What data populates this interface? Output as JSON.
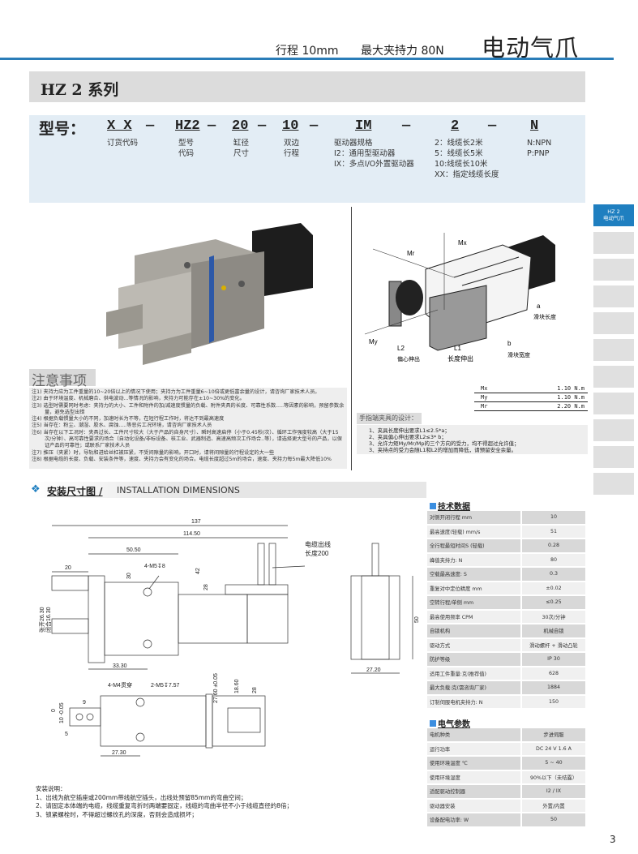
{
  "header": {
    "stroke": "行程 10mm",
    "force": "最大夹持力 80N",
    "title": "电动气爪"
  },
  "series": "HZ 2  系列",
  "model": {
    "prefix": "型号：",
    "codes": [
      "X X",
      "—",
      "HZ2",
      "—",
      "20",
      "—",
      "10",
      "—",
      "IM",
      "—",
      "2",
      "—",
      "N"
    ],
    "labels": [
      "订货代码",
      "型号\n代码",
      "缸径\n尺寸",
      "双边\n行程",
      "驱动器规格\nI2：通用型驱动器\nIX：多点I/O外置驱动器",
      "2：线缆长2米\n5：线缆长5米\n10:线缆长10米\nXX：指定线缆长度",
      "N:NPN\nP:PNP"
    ]
  },
  "notes": {
    "title": "注意事项",
    "items": [
      "注1) 夹持力应为工件重量的10~20倍以上的情况下使用；夹持力为工件重量6~10倍或更低富余量的设计，请咨询厂家技术人员。",
      "注2) 由于环境温度、机械磨合、供电波动...等情况的影响，夹持力可能存在±10~30%的变化。",
      "注3) 选型时需要同时考虑：夹持力的大小、工件和附件的加/减速度惯量的负载、附件夹具的长度、可靠性系数.....等因素的影响，预留参数余量，避免选型出错",
      "注4) 根据负载惯量大小的不同，加速时长为不等，在短行程工作时，将达不到最高速度",
      "注5) 当存在：粉尘、潮湿、胶水、腐蚀.....等恶劣工况环境，请咨询厂家技术人员",
      "注6) 当存在以下工况时：夹具过长、工件尺寸较大（大于产品的自身尺寸）、瞬时高速启停（小于0.45秒/次）、循环工作强度较高（大于15次/分钟）、高可靠性要求的场合（自动化设备/非标设备、核工业、武器制造、高速高频次工作场合..等），请选择更大型号的产品，以保证产品的可靠性；或联系厂家技术人员",
      "注7) 推压（夹紧）时，导轨和进给丝杠被压紧，不受间隙量的影响。开口时，请将间隙量的行程设定的大一些",
      "注8) 根据电缆的长度、负载、安装条件等，速度、夹持力会有变化的场合。电缆长度超过5m的场合，速度、夹持力每5m最大降低10%"
    ]
  },
  "diagram_labels": {
    "mx": "Mx",
    "mr": "Mr",
    "my": "My",
    "l1": "L1",
    "l1_desc": "长度伸出",
    "l2": "L2",
    "l2_desc": "偏心伸出",
    "a": "a",
    "a_desc": "滑块长度",
    "b": "b",
    "b_desc": "滑块宽度"
  },
  "moments": [
    {
      "name": "Mx",
      "value": "1.10 N.m"
    },
    {
      "name": "My",
      "value": "1.10 N.m"
    },
    {
      "name": "Mr",
      "value": "2.20 N.m"
    }
  ],
  "jaw_design": {
    "title": "手指端夹具的设计：",
    "items": [
      "1、夹具长度伸出要求L1≤2.5*a；",
      "2、夹具偏心伸出要求L2≤3* b；",
      "3、允许力矩My/Mr/Mp的三个方向的受力，均不得超过允许值；",
      "3、夹持点的受力会随L1和L2的增加而降低，请预留安全余量。"
    ]
  },
  "sidebar": {
    "active": "HZ 2\n电动气爪"
  },
  "section": {
    "cn": "安装尺寸图 /",
    "en": "INSTALLATION DIMENSIONS"
  },
  "dims": {
    "d137": "137",
    "d114": "114.50",
    "d50": "50.50",
    "d20": "20",
    "d30": "30",
    "m5": "4-M5↧8",
    "d42": "42",
    "d28": "28",
    "open": "张开26.30",
    "close": "闭合16.30",
    "d33": "33.30",
    "cable1": "电缆出线",
    "cable2": "长度200",
    "d50h": "50",
    "d27_2": "27.20",
    "m4": "4-M4贯穿",
    "m5b": "2-M5↧7.57",
    "d27_6": "27.60 ±0.05",
    "d18": "18.60",
    "d28b": "28",
    "d9": "9",
    "d10": "10 -0.05",
    "d10t": "0",
    "d5": "5",
    "d27_3": "27.30"
  },
  "tech": {
    "title": "技术数据",
    "rows": [
      [
        "对侧开闭行程 mm",
        "10"
      ],
      [
        "最高速度(轻载) mm/s",
        "51"
      ],
      [
        "全行程最短时间S (轻载)",
        "0.28"
      ],
      [
        "峰值夹持力: N",
        "80"
      ],
      [
        "空载最高速度:  S",
        "0.3"
      ],
      [
        "重复对中定位精度 mm",
        "±0.02"
      ],
      [
        "空转行程/单侧 mm",
        "≤0.25"
      ],
      [
        "最高使用频率 CPM",
        "30次/分钟"
      ],
      [
        "自锁机构",
        "机械自锁"
      ],
      [
        "驱动方式",
        "滑动螺杆 + 滑动凸轮"
      ],
      [
        "防护等级",
        "IP 30"
      ],
      [
        "适用工件重量:克(推荐值)",
        "628"
      ],
      [
        "最大负载:克(需咨询厂家)",
        "1884"
      ],
      [
        "订制伺服电机夹持力: N",
        "150"
      ]
    ]
  },
  "elec": {
    "title": "电气参数",
    "rows": [
      [
        "电机种类",
        "步进伺服"
      ],
      [
        "运行功率",
        "DC  24 V   1.6 A"
      ],
      [
        "使用环境温度 ℃",
        "5 ~ 40"
      ],
      [
        "使用环境湿度",
        "90%以下（未结露）"
      ],
      [
        "适配驱动控制器",
        "I2 / IX"
      ],
      [
        "驱动器安装",
        "外置/内置"
      ],
      [
        "设备配电功率:  W",
        "50"
      ]
    ]
  },
  "install": {
    "title": "安装说明：",
    "items": [
      "1、出线为航空插座或200mm带线航空插头，出线处预留85mm的弯曲空间；",
      "2、请固定本体端的电缆，线缆重复弯折时两端要固定，线缆的弯曲半径不小于线缆直径的8倍；",
      "3、锁紧螺栓时，不得超过螺纹孔的深度，否则会造成损坏；"
    ]
  },
  "page_number": "3"
}
